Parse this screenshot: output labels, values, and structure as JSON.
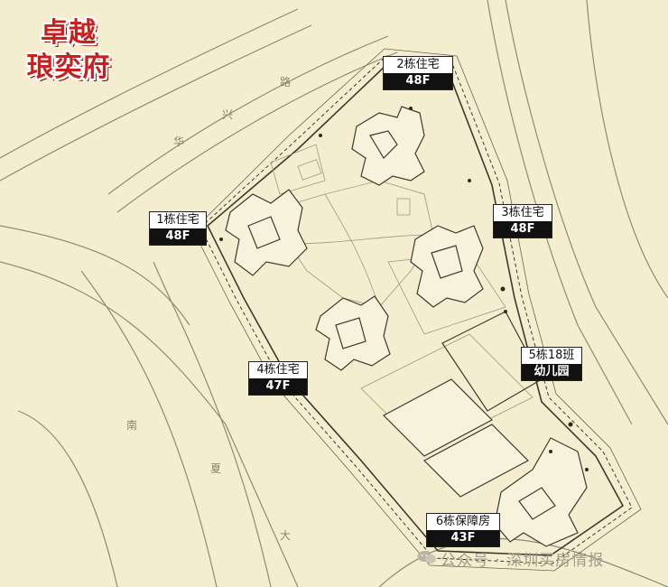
{
  "title": {
    "line1": "卓越",
    "line2": "琅奕府"
  },
  "buildings": [
    {
      "name": "2栋住宅",
      "floors": "48F"
    },
    {
      "name": "1栋住宅",
      "floors": "48F"
    },
    {
      "name": "3栋住宅",
      "floors": "48F"
    },
    {
      "name": "4栋住宅",
      "floors": "47F"
    },
    {
      "name": "5栋18班",
      "floors": "幼儿园"
    },
    {
      "name": "6栋保障房",
      "floors": "43F"
    }
  ],
  "roads": {
    "top_road_chars": [
      "华",
      "兴",
      "路"
    ],
    "left_road_chars": [
      "南",
      "夏",
      "大"
    ]
  },
  "watermark": "公众号 · 深圳买房情报",
  "colors": {
    "background": "#f4edcf",
    "title_red": "#c8201e",
    "label_dark": "#111111",
    "line": "#7d7868"
  }
}
